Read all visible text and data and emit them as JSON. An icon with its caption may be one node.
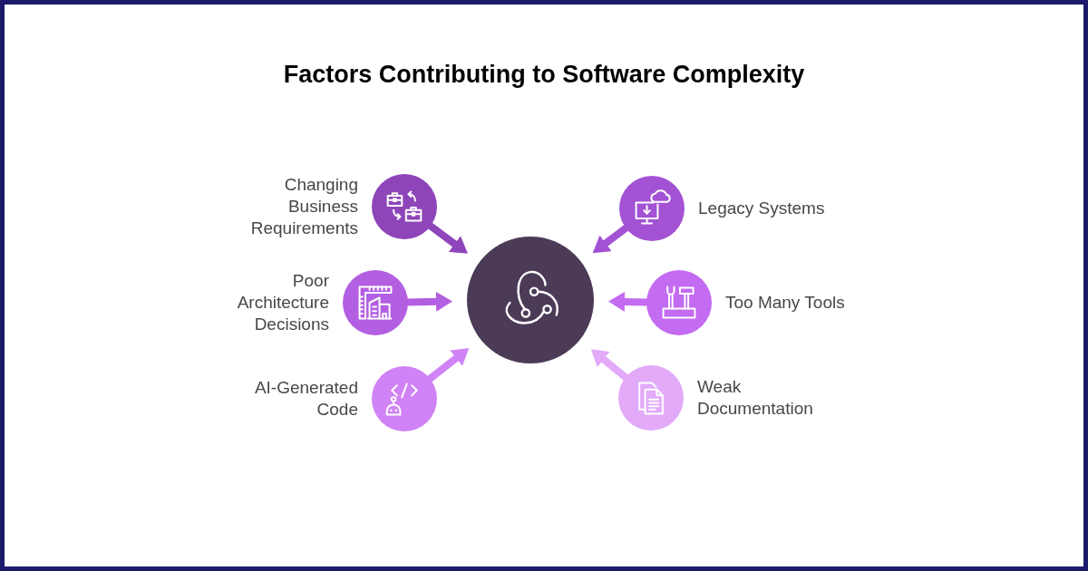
{
  "diagram": {
    "title": "Factors Contributing to Software Complexity",
    "nodes": [
      {
        "text": [
          "Changing Business Requirements"
        ]
      },
      {
        "text": [
          "Legacy Systems"
        ]
      },
      {
        "text": [
          "Poor Architecture Decisions"
        ]
      },
      {
        "text": [],
        "shape": "circle"
      },
      {
        "text": [
          "Too Many Tools"
        ]
      },
      {
        "text": [
          "AI-Generated Code"
        ]
      },
      {
        "text": [
          "Weak Documentation"
        ]
      }
    ],
    "edges": [
      {
        "from": 0,
        "to": 3,
        "arrow": "to",
        "color": "#8e45ba"
      },
      {
        "from": 1,
        "to": 3,
        "arrow": "to",
        "color": "#a352d4"
      },
      {
        "from": 2,
        "to": 3,
        "arrow": "to",
        "color": "#b35fe2"
      },
      {
        "from": 4,
        "to": 3,
        "arrow": "to",
        "color": "#c36bf1"
      },
      {
        "from": 5,
        "to": 3,
        "arrow": "to",
        "color": "#d083f6"
      },
      {
        "from": 6,
        "to": 3,
        "arrow": "to",
        "color": "#e2aaf9"
      }
    ]
  }
}
